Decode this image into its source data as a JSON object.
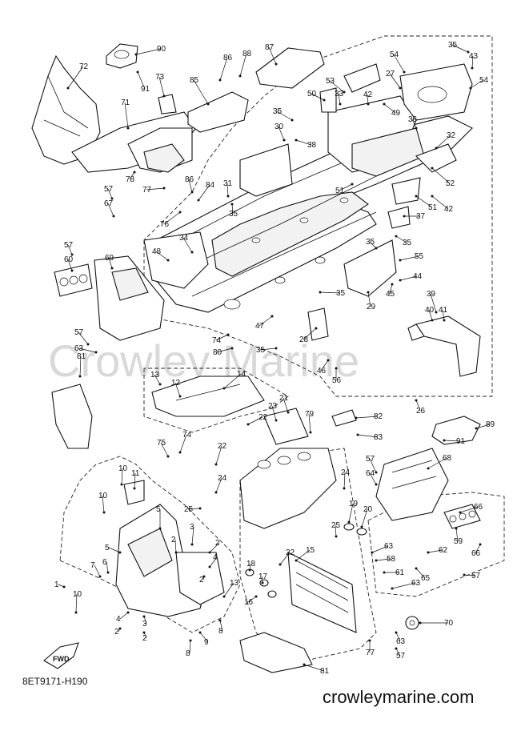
{
  "diagram": {
    "drawing_code": "8ET9171-H190",
    "website": "crowleymarine.com",
    "watermark": "Crowley Marine",
    "direction_arrow_label": "FWD",
    "callouts": [
      {
        "id": "c90",
        "label": "90"
      },
      {
        "id": "c91a",
        "label": "91"
      },
      {
        "id": "c72",
        "label": "72"
      },
      {
        "id": "c73",
        "label": "73"
      },
      {
        "id": "c71",
        "label": "71"
      },
      {
        "id": "c85",
        "label": "85"
      },
      {
        "id": "c86a",
        "label": "86"
      },
      {
        "id": "c88",
        "label": "88"
      },
      {
        "id": "c87",
        "label": "87"
      },
      {
        "id": "c35a",
        "label": "35"
      },
      {
        "id": "c43",
        "label": "43"
      },
      {
        "id": "c54a",
        "label": "54"
      },
      {
        "id": "c54b",
        "label": "54"
      },
      {
        "id": "c53",
        "label": "53"
      },
      {
        "id": "c27",
        "label": "27"
      },
      {
        "id": "c50",
        "label": "50"
      },
      {
        "id": "c33",
        "label": "33"
      },
      {
        "id": "c42a",
        "label": "42"
      },
      {
        "id": "c35b",
        "label": "35"
      },
      {
        "id": "c49",
        "label": "49"
      },
      {
        "id": "c36",
        "label": "36"
      },
      {
        "id": "c30",
        "label": "30"
      },
      {
        "id": "c38",
        "label": "38"
      },
      {
        "id": "c32",
        "label": "32"
      },
      {
        "id": "c52",
        "label": "52"
      },
      {
        "id": "c78",
        "label": "78"
      },
      {
        "id": "c77a",
        "label": "77"
      },
      {
        "id": "c86b",
        "label": "86"
      },
      {
        "id": "c84",
        "label": "84"
      },
      {
        "id": "c31",
        "label": "31"
      },
      {
        "id": "c35c",
        "label": "35"
      },
      {
        "id": "c51a",
        "label": "51"
      },
      {
        "id": "c51b",
        "label": "51"
      },
      {
        "id": "c42b",
        "label": "42"
      },
      {
        "id": "c37",
        "label": "37"
      },
      {
        "id": "c57a",
        "label": "57"
      },
      {
        "id": "c67",
        "label": "67"
      },
      {
        "id": "c76",
        "label": "76"
      },
      {
        "id": "c34",
        "label": "34"
      },
      {
        "id": "c35d",
        "label": "35"
      },
      {
        "id": "c55",
        "label": "55"
      },
      {
        "id": "c57b",
        "label": "57"
      },
      {
        "id": "c60",
        "label": "60"
      },
      {
        "id": "c69",
        "label": "69"
      },
      {
        "id": "c48",
        "label": "48"
      },
      {
        "id": "c35e",
        "label": "35"
      },
      {
        "id": "c44",
        "label": "44"
      },
      {
        "id": "c29",
        "label": "29"
      },
      {
        "id": "c45",
        "label": "45"
      },
      {
        "id": "c35f",
        "label": "35"
      },
      {
        "id": "c39",
        "label": "39"
      },
      {
        "id": "c40",
        "label": "40"
      },
      {
        "id": "c41",
        "label": "41"
      },
      {
        "id": "c57c",
        "label": "57"
      },
      {
        "id": "c63a",
        "label": "63"
      },
      {
        "id": "c47",
        "label": "47"
      },
      {
        "id": "c74a",
        "label": "74"
      },
      {
        "id": "c80",
        "label": "80"
      },
      {
        "id": "c35g",
        "label": "35"
      },
      {
        "id": "c28",
        "label": "28"
      },
      {
        "id": "c46",
        "label": "46"
      },
      {
        "id": "c56",
        "label": "56"
      },
      {
        "id": "c81a",
        "label": "81"
      },
      {
        "id": "c13a",
        "label": "13"
      },
      {
        "id": "c12",
        "label": "12"
      },
      {
        "id": "c14",
        "label": "14"
      },
      {
        "id": "c26",
        "label": "26"
      },
      {
        "id": "c21",
        "label": "21"
      },
      {
        "id": "c23",
        "label": "23"
      },
      {
        "id": "c22a",
        "label": "22"
      },
      {
        "id": "c79",
        "label": "79"
      },
      {
        "id": "c82",
        "label": "82"
      },
      {
        "id": "c83",
        "label": "83"
      },
      {
        "id": "c89",
        "label": "89"
      },
      {
        "id": "c91b",
        "label": "91"
      },
      {
        "id": "c75",
        "label": "75"
      },
      {
        "id": "c74b",
        "label": "74"
      },
      {
        "id": "c22b",
        "label": "22"
      },
      {
        "id": "c68",
        "label": "68"
      },
      {
        "id": "c10a",
        "label": "10"
      },
      {
        "id": "c11",
        "label": "11"
      },
      {
        "id": "c24a",
        "label": "24"
      },
      {
        "id": "c24b",
        "label": "24"
      },
      {
        "id": "c57d",
        "label": "57"
      },
      {
        "id": "c64",
        "label": "64"
      },
      {
        "id": "c10b",
        "label": "10"
      },
      {
        "id": "c5a",
        "label": "5"
      },
      {
        "id": "c25a",
        "label": "25"
      },
      {
        "id": "c19",
        "label": "19"
      },
      {
        "id": "c20",
        "label": "20"
      },
      {
        "id": "c66a",
        "label": "66"
      },
      {
        "id": "c3a",
        "label": "3"
      },
      {
        "id": "c2a",
        "label": "2"
      },
      {
        "id": "c25b",
        "label": "25"
      },
      {
        "id": "c59",
        "label": "59"
      },
      {
        "id": "c66b",
        "label": "66"
      },
      {
        "id": "c5b",
        "label": "5"
      },
      {
        "id": "c7",
        "label": "7"
      },
      {
        "id": "c6",
        "label": "6"
      },
      {
        "id": "c2b",
        "label": "2"
      },
      {
        "id": "c4a",
        "label": "4"
      },
      {
        "id": "c2c",
        "label": "2"
      },
      {
        "id": "c63b",
        "label": "63"
      },
      {
        "id": "c58",
        "label": "58"
      },
      {
        "id": "c62",
        "label": "62"
      },
      {
        "id": "c22c",
        "label": "22"
      },
      {
        "id": "c15",
        "label": "15"
      },
      {
        "id": "c61",
        "label": "61"
      },
      {
        "id": "c65",
        "label": "65"
      },
      {
        "id": "c1",
        "label": "1"
      },
      {
        "id": "c18",
        "label": "18"
      },
      {
        "id": "c17",
        "label": "17"
      },
      {
        "id": "c16",
        "label": "16"
      },
      {
        "id": "c13b",
        "label": "13"
      },
      {
        "id": "c63c",
        "label": "63"
      },
      {
        "id": "c57e",
        "label": "57"
      },
      {
        "id": "c10c",
        "label": "10"
      },
      {
        "id": "c4b",
        "label": "4"
      },
      {
        "id": "c2d",
        "label": "2"
      },
      {
        "id": "c3b",
        "label": "3"
      },
      {
        "id": "c2e",
        "label": "2"
      },
      {
        "id": "c8a",
        "label": "8"
      },
      {
        "id": "c9",
        "label": "9"
      },
      {
        "id": "c8b",
        "label": "8"
      },
      {
        "id": "c70",
        "label": "70"
      },
      {
        "id": "c63d",
        "label": "63"
      },
      {
        "id": "c57f",
        "label": "57"
      },
      {
        "id": "c77b",
        "label": "77"
      },
      {
        "id": "c81b",
        "label": "81"
      }
    ]
  }
}
